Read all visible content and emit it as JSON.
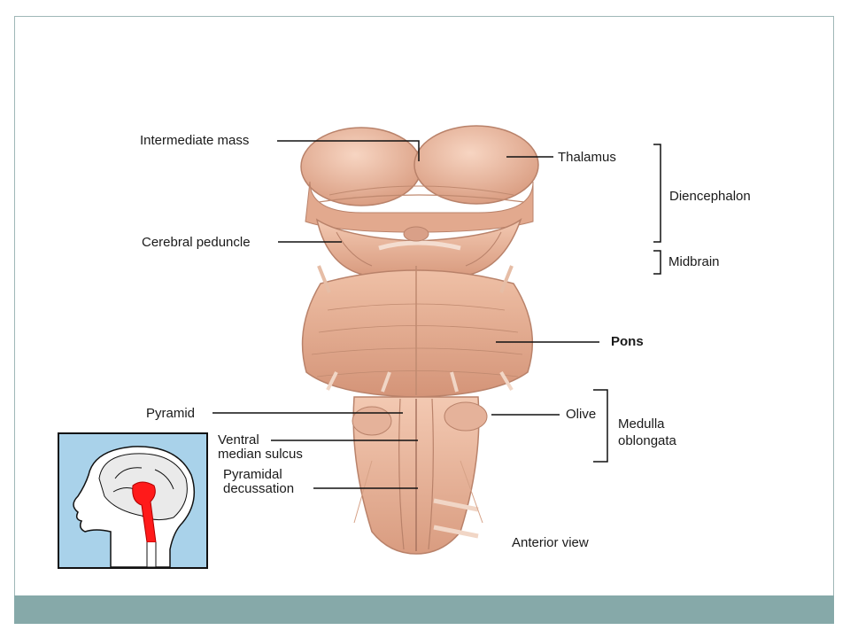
{
  "labels": {
    "intermediate_mass": "Intermediate mass",
    "thalamus": "Thalamus",
    "diencephalon": "Diencephalon",
    "cerebral_peduncle": "Cerebral peduncle",
    "midbrain": "Midbrain",
    "pons": "Pons",
    "pyramid": "Pyramid",
    "olive": "Olive",
    "medulla_oblongata": "Medulla\noblongata",
    "ventral_median_sulcus": "Ventral\nmedian sulcus",
    "pyramidal_decussation": "Pyramidal\ndecussation",
    "anterior_view": "Anterior view"
  },
  "colors": {
    "tissue": "#e8b49a",
    "tissue_dark": "#c98e74",
    "highlight": "#ff1a1a",
    "inset_bg": "#a9d2ea",
    "footer": "#86a9a9"
  }
}
